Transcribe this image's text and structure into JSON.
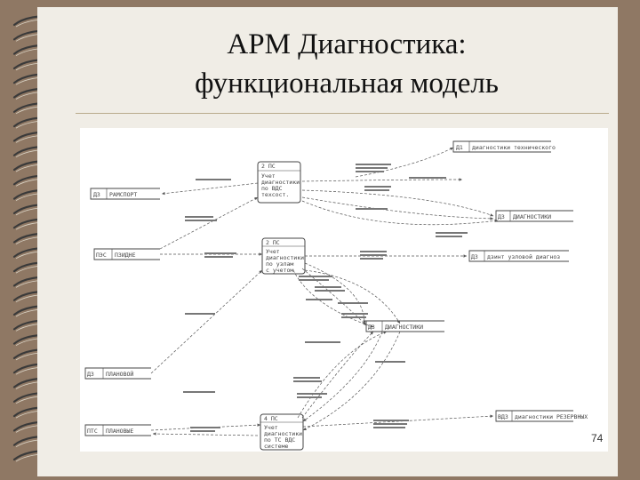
{
  "slide": {
    "title_line1": "АРМ Диагностика:",
    "title_line2": "функциональная модель",
    "page_number": "74"
  },
  "colors": {
    "background": "#8f7864",
    "paper": "#f0ede6",
    "diagram_background": "#ffffff",
    "lines": "#444444",
    "spiral": "#3a3a3a"
  },
  "diagram": {
    "processes": [
      {
        "id": "p1",
        "number": "2   ПС",
        "lines": [
          "Учет",
          "диагностики",
          "по ВДС",
          "техсост."
        ]
      },
      {
        "id": "p2",
        "number": "2   ПС",
        "lines": [
          "Учет",
          "диагностики",
          "по узлам",
          "с учетом"
        ]
      },
      {
        "id": "p3",
        "number": "4   ПС",
        "lines": [
          "Учет",
          "диагностики",
          "по ТС ВДС",
          "системе"
        ]
      }
    ],
    "stores": [
      {
        "id": "d1",
        "code": "Д1",
        "name": "диагностики технического"
      },
      {
        "id": "d2",
        "code": "Д3",
        "name": "РАМСПОРТ"
      },
      {
        "id": "d3",
        "code": "Д3",
        "name": "ДИАГНОСТИКИ"
      },
      {
        "id": "d4",
        "code": "ПЭС",
        "name": "ПЗИДНЕ"
      },
      {
        "id": "d5",
        "code": "Д3",
        "name": "дзинт узловой диагноз"
      },
      {
        "id": "d6",
        "code": "Д3",
        "name": "ДИАГНОСТИКИ"
      },
      {
        "id": "d7",
        "code": "Д3",
        "name": "ПЛАНОВОЙ"
      },
      {
        "id": "d8",
        "code": "ПТС",
        "name": "ПЛАНОВЫЕ"
      },
      {
        "id": "d9",
        "code": "ВДЗ",
        "name": "диагностики РЕЗЕРВНЫХ"
      }
    ]
  }
}
